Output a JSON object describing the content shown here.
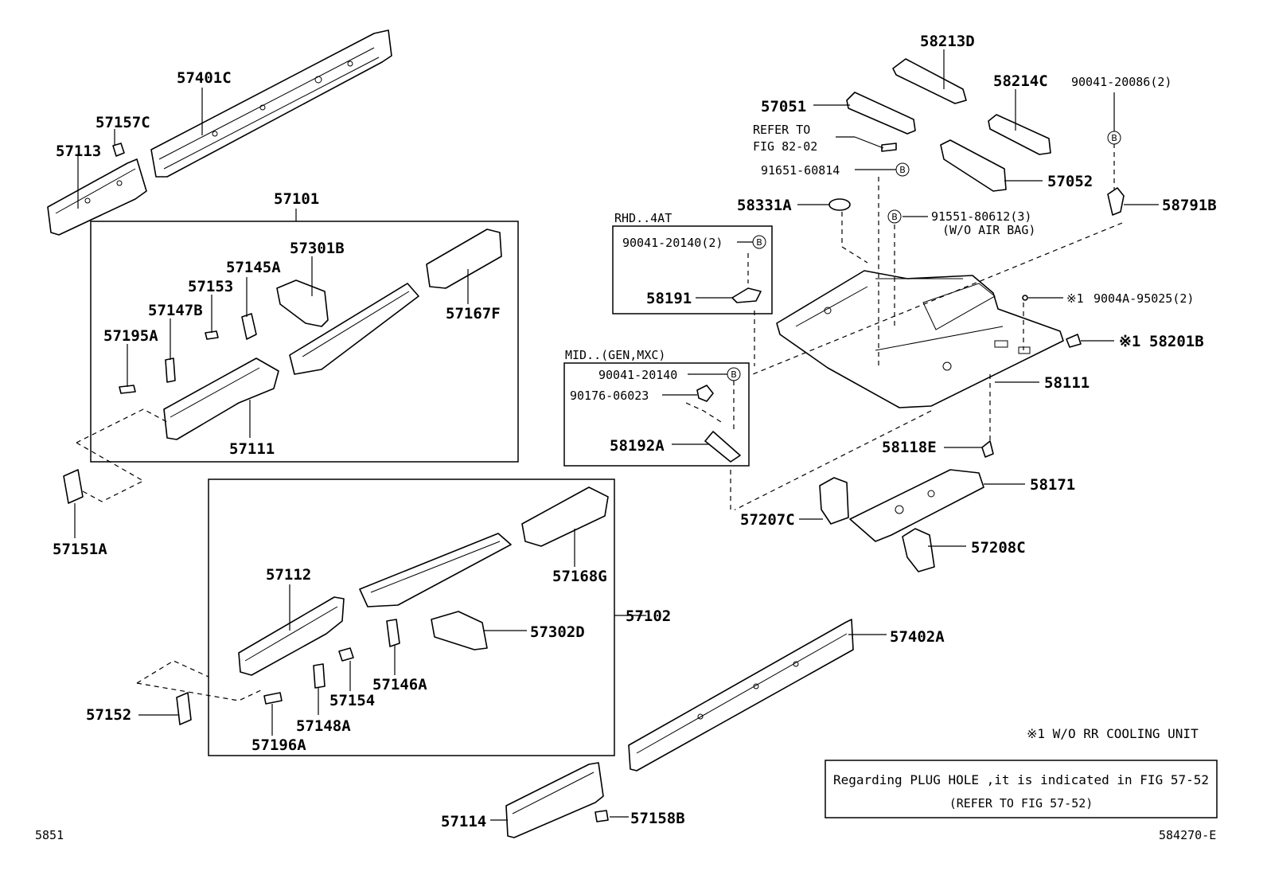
{
  "labels": {
    "57401C": "57401C",
    "57157C": "57157C",
    "57113": "57113",
    "57101": "57101",
    "57301B": "57301B",
    "57145A": "57145A",
    "57153": "57153",
    "57147B": "57147B",
    "57195A": "57195A",
    "57167F": "57167F",
    "57111": "57111",
    "57151A": "57151A",
    "57112": "57112",
    "57168G": "57168G",
    "57102": "57102",
    "57302D": "57302D",
    "57146A": "57146A",
    "57154": "57154",
    "57148A": "57148A",
    "57196A": "57196A",
    "57152": "57152",
    "57402A": "57402A",
    "57114": "57114",
    "57158B": "57158B",
    "58213D": "58213D",
    "58214C": "58214C",
    "90041_20086": "90041-20086(2)",
    "57051": "57051",
    "refer_to": "REFER TO",
    "fig_82_02": "FIG 82-02",
    "91651_60814": "91651-60814",
    "57052": "57052",
    "58791B": "58791B",
    "58331A": "58331A",
    "91551_80612": "91551-80612(3)",
    "wo_air_bag": "(W/O AIR BAG)",
    "rhd_4at": "RHD..4AT",
    "90041_20140_2": "90041-20140(2)",
    "58191": "58191",
    "9004A_95025": "9004A-95025(2)",
    "58201B": "58201B",
    "mid_gen_mxc": "MID..(GEN,MXC)",
    "90041_20140": "90041-20140",
    "90176_06023": "90176-06023",
    "58111": "58111",
    "58192A": "58192A",
    "58118E": "58118E",
    "58171": "58171",
    "57207C": "57207C",
    "57208C": "57208C",
    "mark_x1": "※1",
    "note_cooling": "※1  W/O RR COOLING UNIT",
    "note_plug": "Regarding PLUG HOLE ,it is indicated in FIG 57-52",
    "note_refer": "(REFER TO FIG 57-52)",
    "page_left": "5851",
    "page_right": "584270-E",
    "marker_b": "B"
  }
}
